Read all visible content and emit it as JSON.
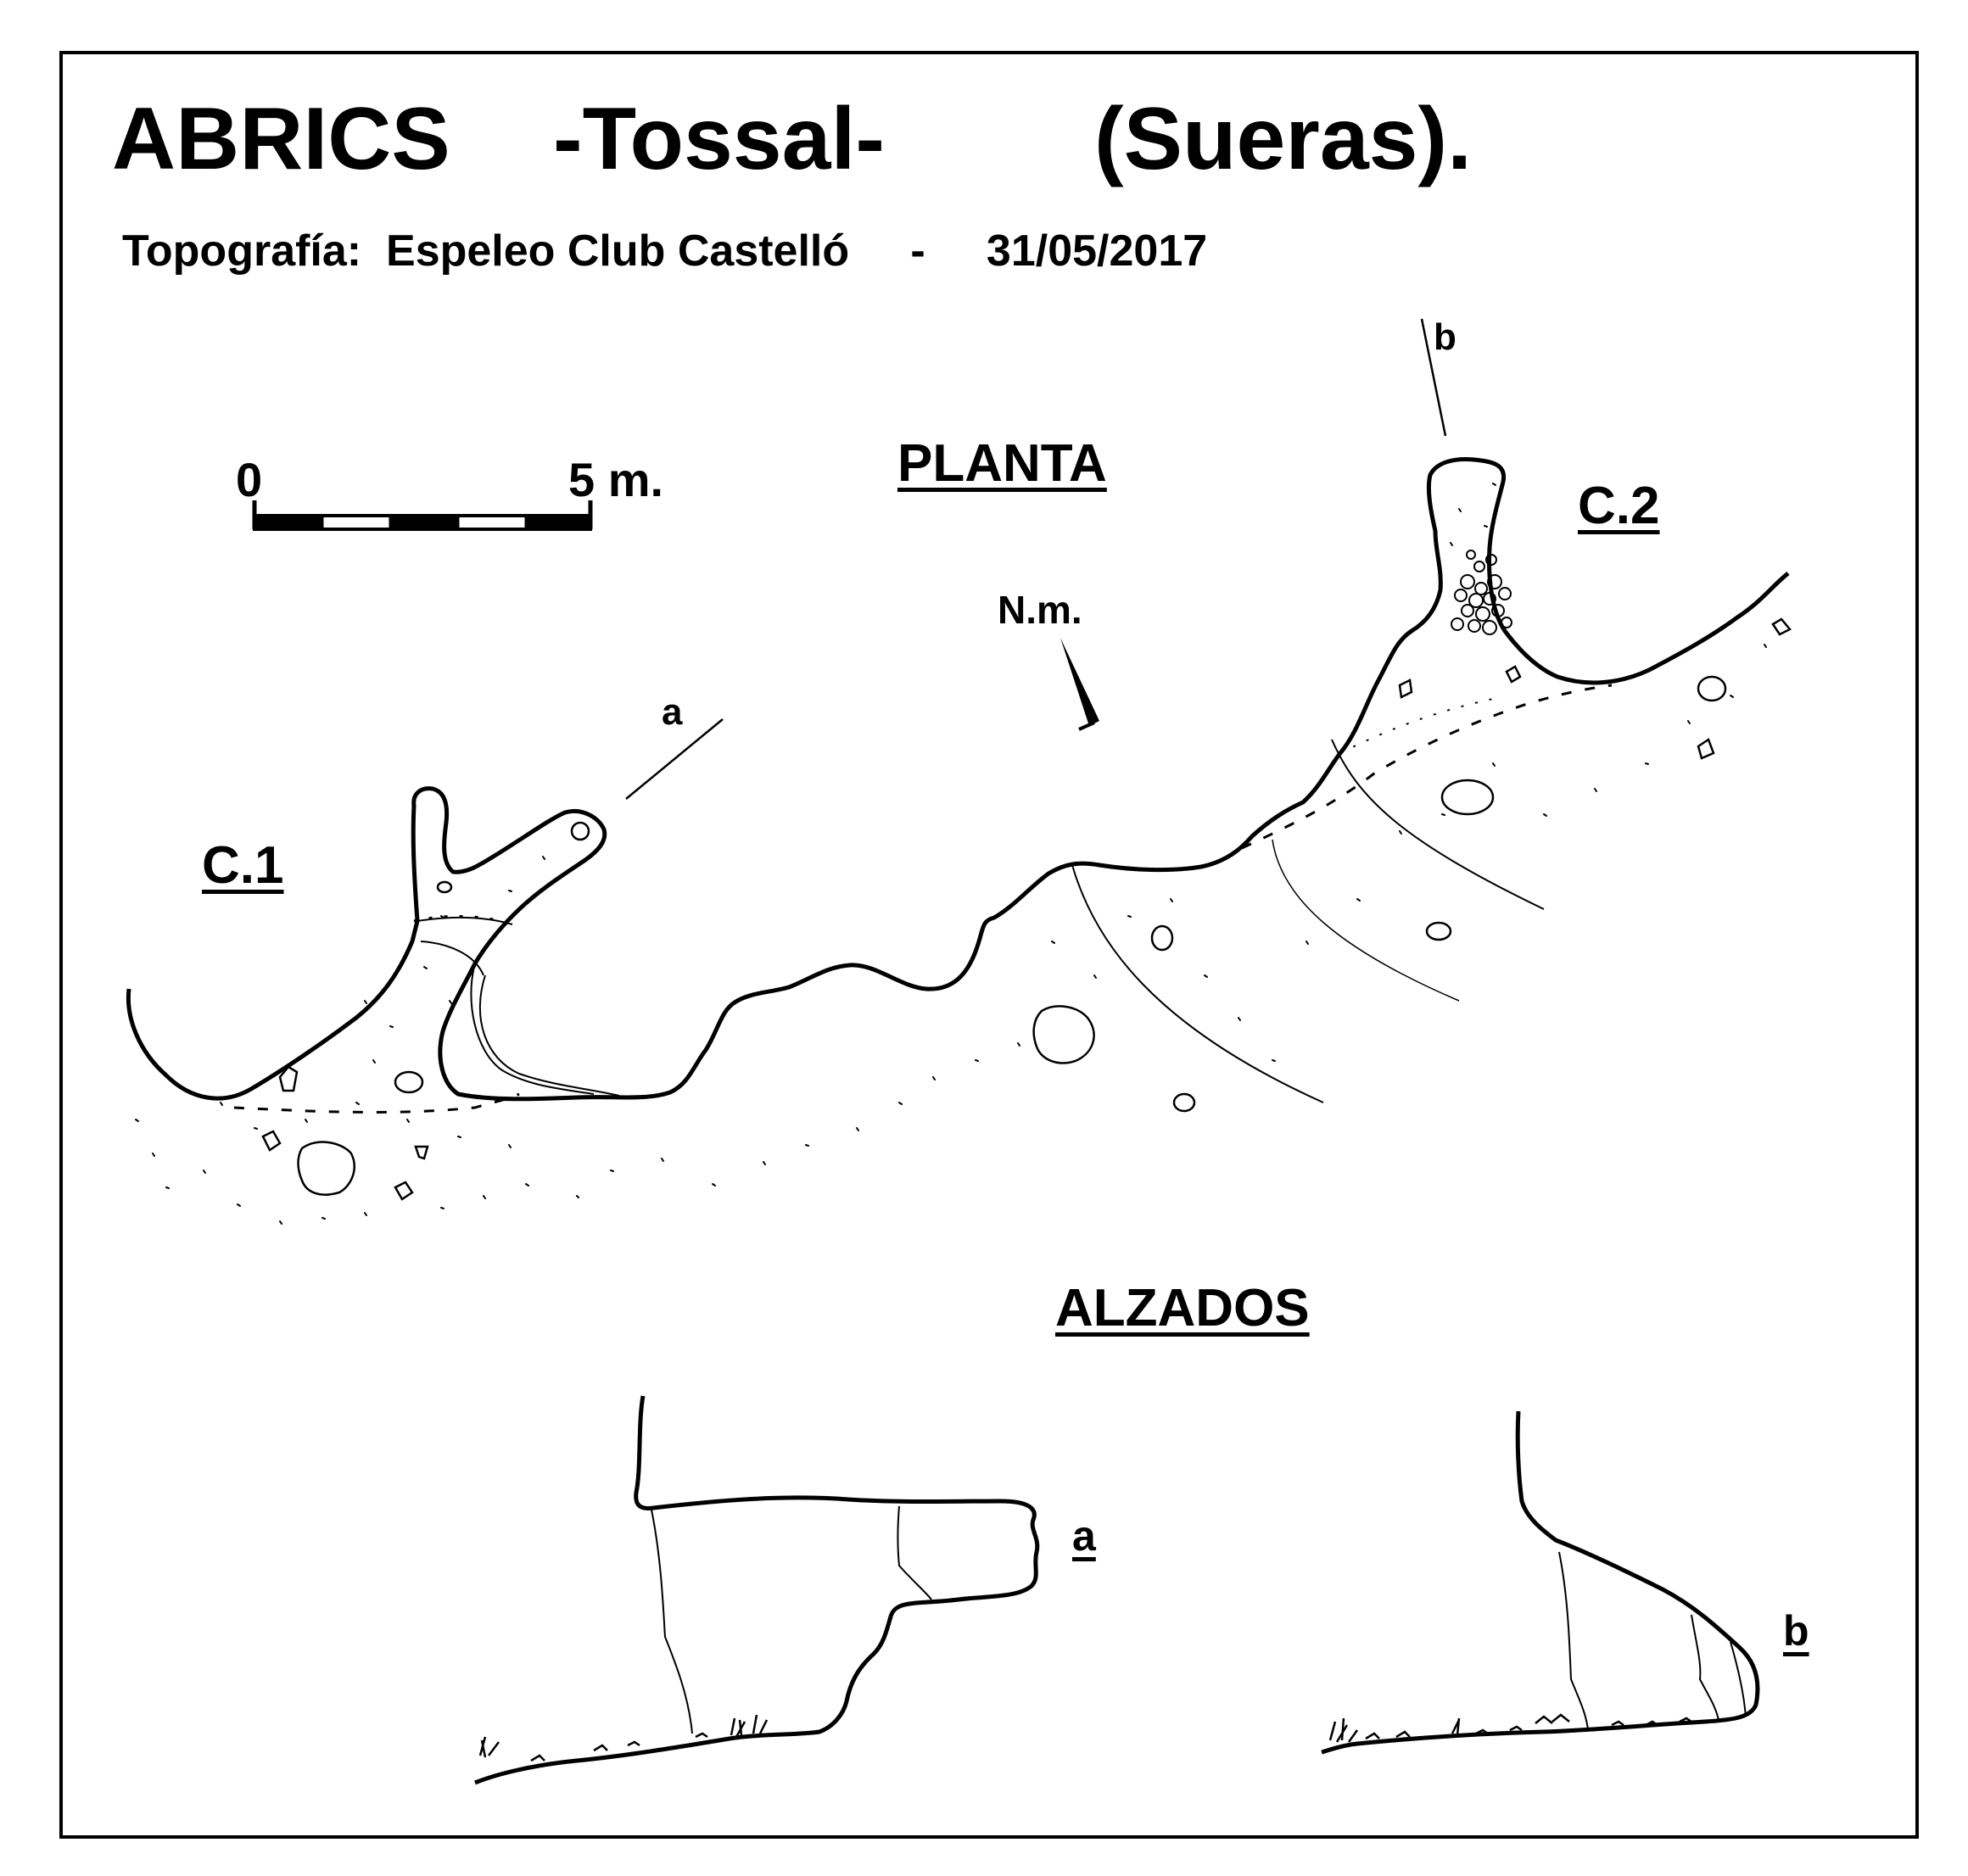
{
  "title": {
    "main": "ABRICS",
    "middle": "-Tossal-",
    "location": "(Sueras)."
  },
  "credits": "Topografía:  Espeleo Club Castelló     -     31/05/2017",
  "plan": {
    "heading": "PLANTA",
    "cave_1_label": "C.1",
    "cave_2_label": "C.2",
    "section_a_label": "a",
    "section_b_label": "b",
    "north_label": "N.m.",
    "scale": {
      "start_label": "0",
      "end_label": "5 m.",
      "segments": 5
    }
  },
  "elevations": {
    "heading": "ALZADOS",
    "section_a_label": "a",
    "section_b_label": "b"
  },
  "colors": {
    "ink": "#000000",
    "paper": "#ffffff"
  }
}
